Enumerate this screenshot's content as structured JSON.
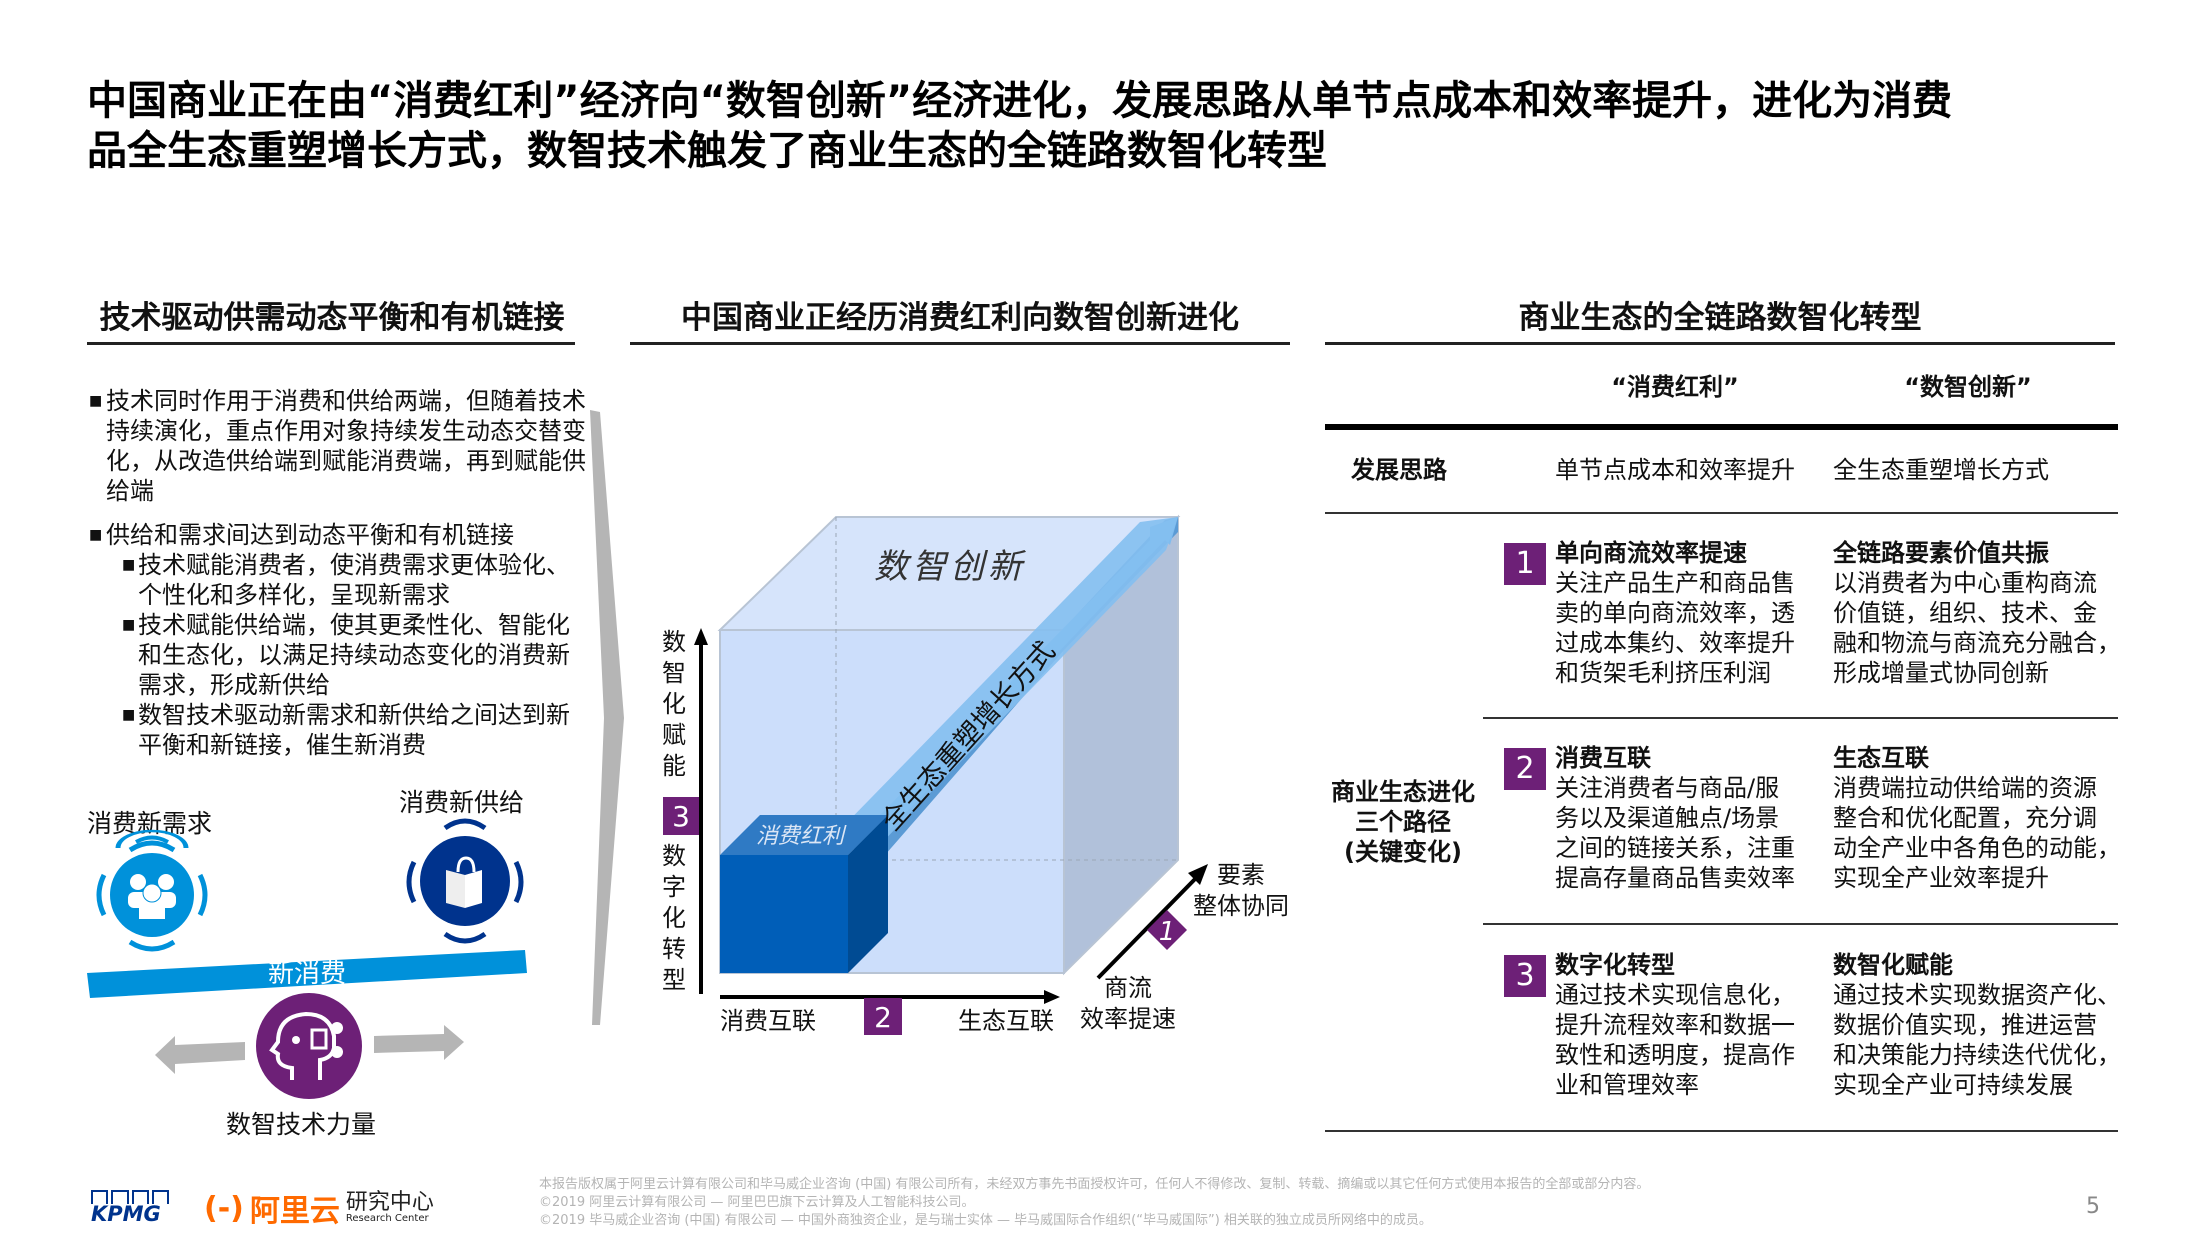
{
  "title": {
    "line1": "中国商业正在由“消费红利”经济向“数智创新”经济进化，发展思路从单节点成本和效率提升，进化为消费",
    "line2": "品全生态重塑增长方式，数智技术触发了商业生态的全链路数智化转型"
  },
  "left": {
    "heading": "技术驱动供需动态平衡和有机链接",
    "bullets": [
      "技术同时作用于消费和供给两端，但随着技术持续演化，重点作用对象持续发生动态交替变化，从改造供给端到赋能消费端，再到赋能供给端",
      "供给和需求间达到动态平衡和有机链接"
    ],
    "sub_bullets": [
      "技术赋能消费者，使消费需求更体验化、个性化和多样化，呈现新需求",
      "技术赋能供给端，使其更柔性化、智能化和生态化，以满足持续动态变化的消费新需求，形成新供给",
      "数智技术驱动新需求和新供给之间达到新平衡和新链接，催生新消费"
    ],
    "diagram": {
      "demand_label": "消费新需求",
      "supply_label": "消费新供给",
      "bar_label": "新消费",
      "force_label": "数智技术力量",
      "icons": [
        "people-group-icon",
        "shopping-bag-icon",
        "ai-head-icon"
      ]
    }
  },
  "middle": {
    "heading": "中国商业正经历消费红利向数智创新进化",
    "cube_top": "数智创新",
    "small_cube": "消费红利",
    "arrow_label": "全生态重塑增长方式",
    "y_axis_top": [
      "数",
      "智",
      "化",
      "赋",
      "能"
    ],
    "y_axis_bottom": [
      "数",
      "字",
      "化",
      "转",
      "型"
    ],
    "y_badge": "3",
    "x_axis_left": "消费互联",
    "x_axis_right": "生态互联",
    "x_badge": "2",
    "z_axis_start": [
      "商流",
      "效率提速"
    ],
    "z_axis_end": [
      "要素",
      "整体协同"
    ],
    "z_badge": "1"
  },
  "right": {
    "heading": "商业生态的全链路数智化转型",
    "col_headers": [
      "“消费红利”",
      "“数智创新”"
    ],
    "row_dev": {
      "label": "发展思路",
      "values": [
        "单节点成本和效率提升",
        "全生态重塑增长方式"
      ]
    },
    "paths_label": [
      "商业生态进化",
      "三个路径",
      "(关键变化)"
    ],
    "paths": [
      {
        "num": "1",
        "a_title": "单向商流效率提速",
        "a_lines": [
          "关注产品生产和商品售",
          "卖的单向商流效率，透",
          "过成本集约、效率提升",
          "和货架毛利挤压利润"
        ],
        "b_title": "全链路要素价值共振",
        "b_lines": [
          "以消费者为中心重构商流",
          "价值链，组织、技术、金",
          "融和物流与商流充分融合，",
          "形成增量式协同创新"
        ]
      },
      {
        "num": "2",
        "a_title": "消费互联",
        "a_lines": [
          "关注消费者与商品/服",
          "务以及渠道触点/场景",
          "之间的链接关系，注重",
          "提高存量商品售卖效率"
        ],
        "b_title": "生态互联",
        "b_lines": [
          "消费端拉动供给端的资源",
          "整合和优化配置，充分调",
          "动全产业中各角色的动能，",
          "实现全产业效率提升"
        ]
      },
      {
        "num": "3",
        "a_title": "数字化转型",
        "a_lines": [
          "通过技术实现信息化，",
          "提升流程效率和数据一",
          "致性和透明度，提高作",
          "业和管理效率"
        ],
        "b_title": "数智化赋能",
        "b_lines": [
          "通过技术实现数据资产化、",
          "数据价值实现，推进运营",
          "和决策能力持续迭代优化，",
          "实现全产业可持续发展"
        ]
      }
    ]
  },
  "footer": {
    "logo_kpmg": "KPMG",
    "logo_aliyun": "阿里云",
    "logo_research": "研究中心",
    "logo_research_en": "Research Center",
    "lines": [
      "本报告版权属于阿里云计算有限公司和毕马威企业咨询 (中国) 有限公司所有，未经双方事先书面授权许可，任何人不得修改、复制、转载、摘编或以其它任何方式使用本报告的全部或部分内容。",
      "©2019 阿里云计算有限公司 — 阿里巴巴旗下云计算及人工智能科技公司。",
      "©2019 毕马威企业咨询 (中国) 有限公司 — 中国外商独资企业，是与瑞士实体 — 毕马威国际合作组织(“毕马威国际”) 相关联的独立成员所网络中的成员。"
    ],
    "page": "5"
  },
  "colors": {
    "purple": "#6d2077",
    "light_blue": "#0091da",
    "dark_blue": "#00338d",
    "cube_blue": "#005eb8"
  }
}
